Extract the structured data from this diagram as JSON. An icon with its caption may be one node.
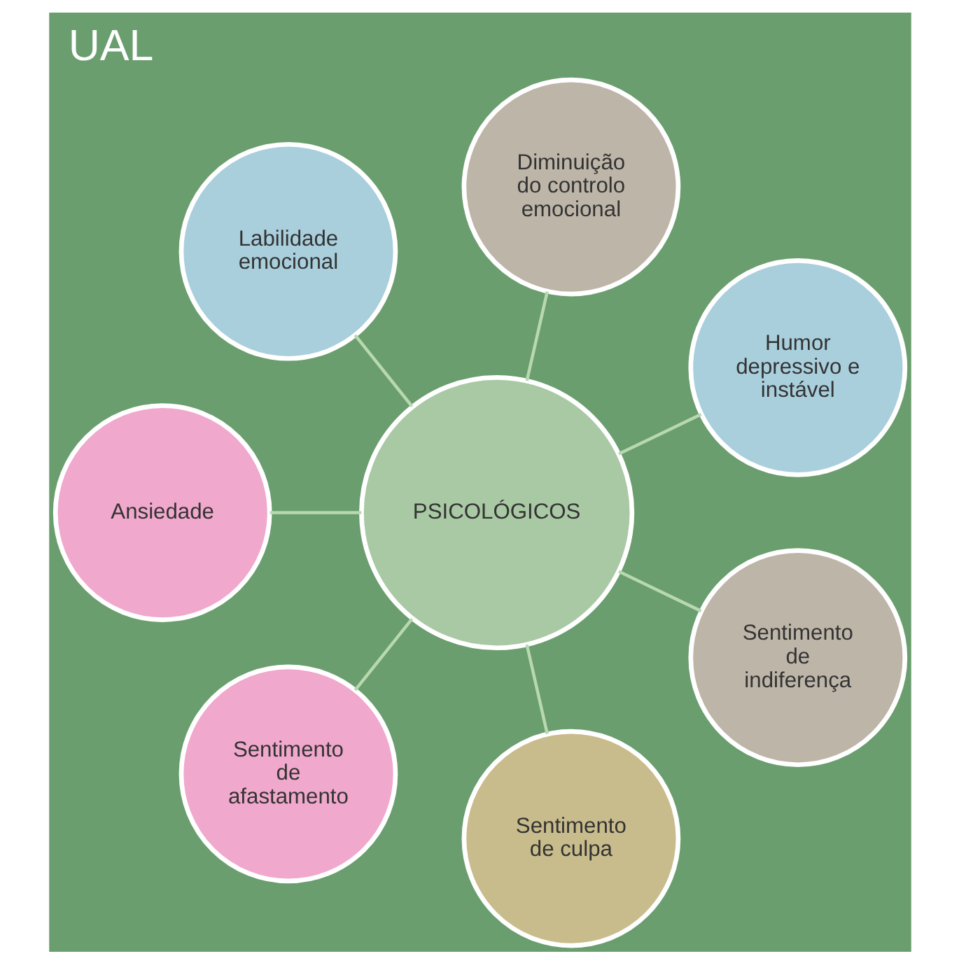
{
  "diagram": {
    "title": "UAL",
    "nodes": [
      {
        "text": [
          "PSICOLÓGICOS"
        ]
      },
      {
        "text": [
          "Humor depressivo e instável"
        ]
      },
      {
        "text": [
          "Diminuição do controlo emocional"
        ]
      },
      {
        "text": [
          "Labilidade emocional"
        ]
      },
      {
        "text": [
          "Ansiedade"
        ]
      },
      {
        "text": [
          "Sentimento de afastamento"
        ]
      },
      {
        "text": [
          "Sentimento de culpa"
        ]
      },
      {
        "text": [
          "Sentimento de indiferença"
        ]
      }
    ],
    "edges": [
      {
        "from": 0,
        "to": 1,
        "arrow": "none"
      },
      {
        "from": 0,
        "to": 2,
        "arrow": "none"
      },
      {
        "from": 0,
        "to": 3,
        "arrow": "none"
      },
      {
        "from": 0,
        "to": 4,
        "arrow": "none"
      },
      {
        "from": 0,
        "to": 5,
        "arrow": "none"
      },
      {
        "from": 0,
        "to": 6,
        "arrow": "none"
      },
      {
        "from": 0,
        "to": 7,
        "arrow": "none"
      }
    ]
  }
}
